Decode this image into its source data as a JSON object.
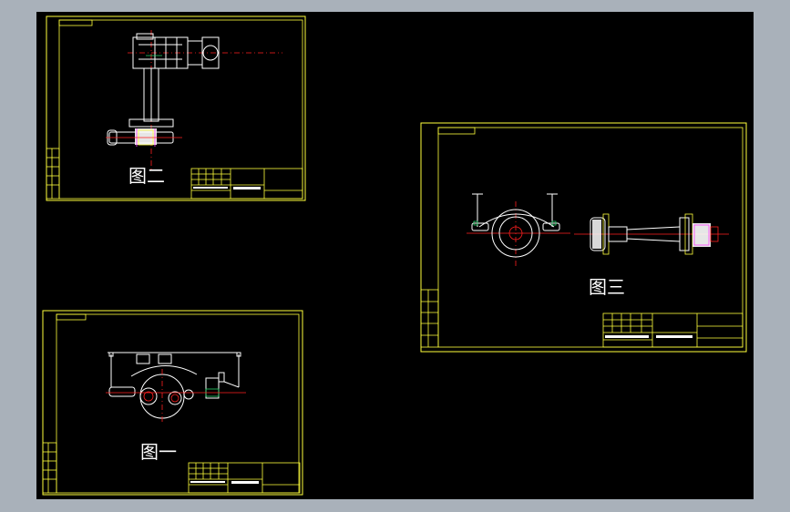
{
  "figures": {
    "fig1": {
      "label": "图一"
    },
    "fig2": {
      "label": "图二"
    },
    "fig3": {
      "label": "图三"
    }
  },
  "colors": {
    "viewport_bg": "#000000",
    "window_bg": "#a9b1ba",
    "frame": "#ffff3c",
    "geometry": "#ffffff",
    "centerline": "#ff2020",
    "accent_green": "#27d36a",
    "accent_magenta": "#ff40ff"
  }
}
